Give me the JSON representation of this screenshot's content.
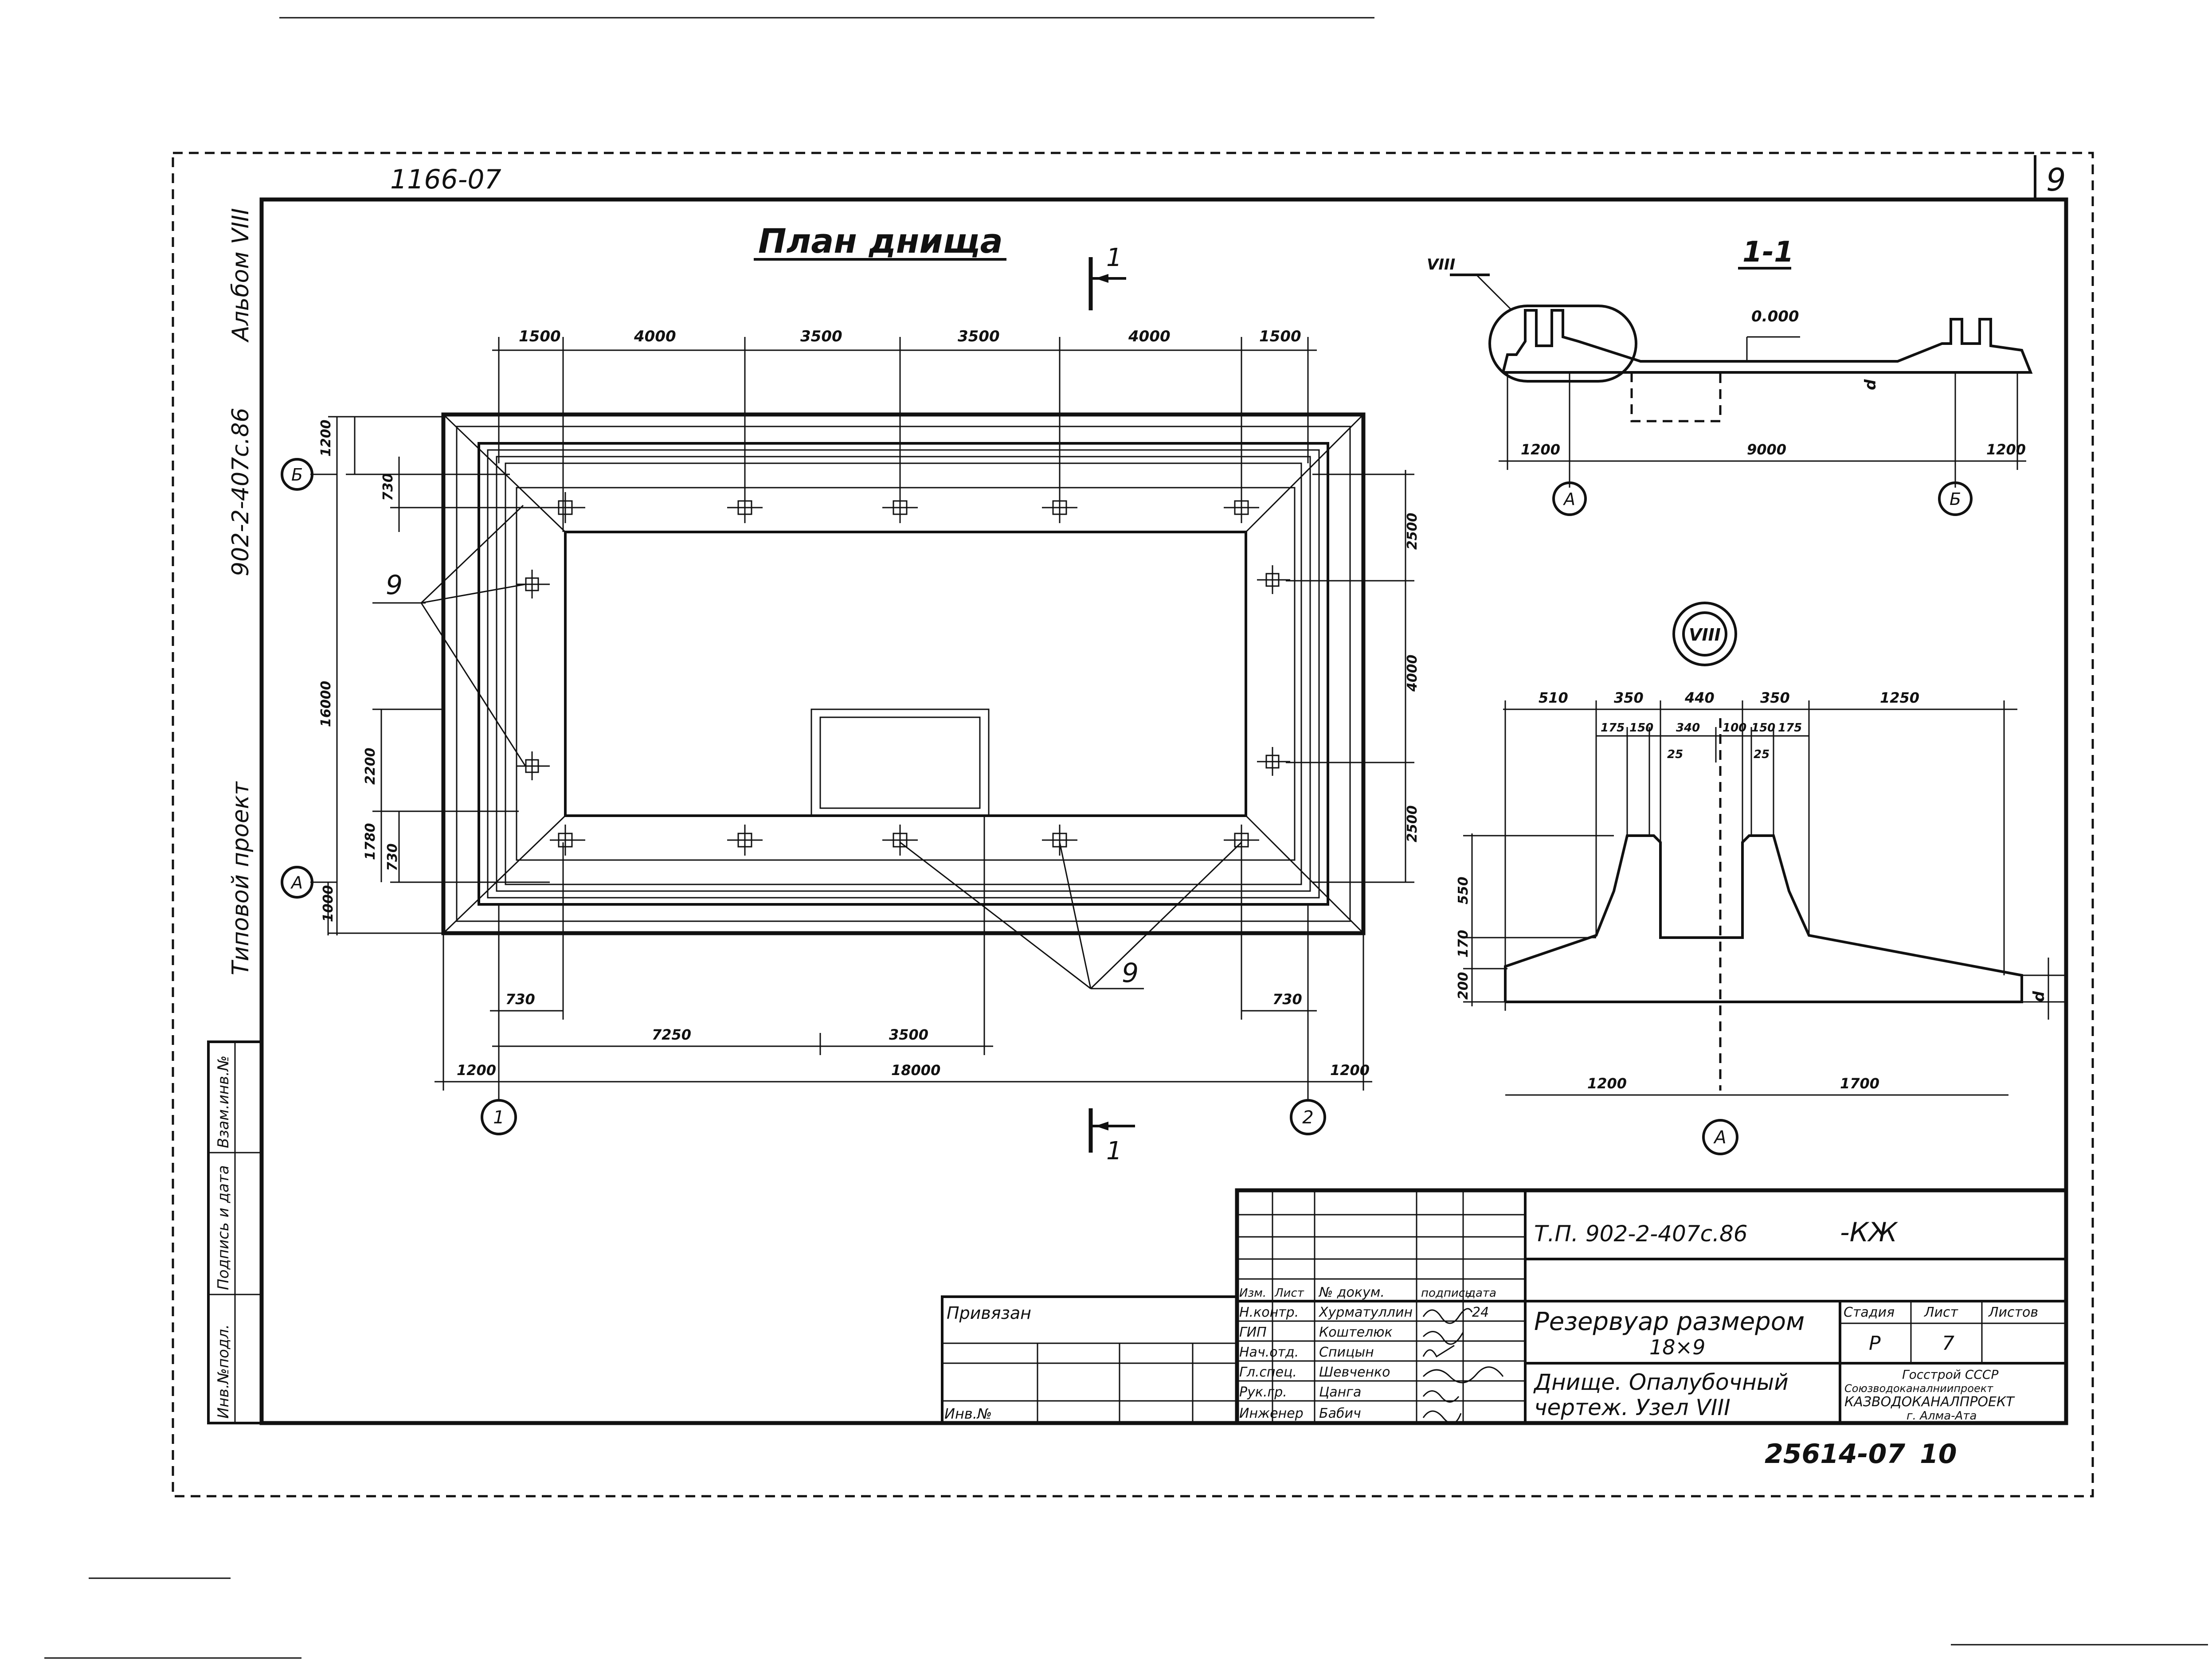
{
  "sheet": {
    "archive_number": "1166-07",
    "sheet_number": "9",
    "side_stamp_project": "902-2-407с.86",
    "side_stamp_album": "Альбом VIII",
    "side_stamp_type": "Типовой проект",
    "side_columns": [
      "Взам.инв.№",
      "Подпись и дата",
      "Инв.№подл."
    ],
    "bottom_number": "25614-07",
    "bottom_page": "10"
  },
  "plan": {
    "title": "План днища",
    "section_mark": "1",
    "top_dims": [
      "1500",
      "4000",
      "3500",
      "3500",
      "4000",
      "1500"
    ],
    "left_dims": [
      "1200",
      "730",
      "16000",
      "2200",
      "1780",
      "730",
      "1000"
    ],
    "right_dims": [
      "2500",
      "4000",
      "2500"
    ],
    "bottom_dims_row1": [
      "730",
      "730"
    ],
    "bottom_dims_row2": [
      "7250",
      "3500"
    ],
    "bottom_dims_row3": [
      "1200",
      "18000",
      "1200"
    ],
    "axes": [
      "Б",
      "А",
      "1",
      "2"
    ],
    "callout": "9"
  },
  "section": {
    "title": "1-1",
    "node_mark": "VIII",
    "level": "0.000",
    "d_mark": "d",
    "dims": [
      "1200",
      "9000",
      "1200"
    ],
    "axes": [
      "А",
      "Б"
    ]
  },
  "node": {
    "mark": "VIII",
    "top_dims": [
      "510",
      "350",
      "440",
      "350",
      "1250"
    ],
    "sub_dims": [
      "175",
      "150",
      "340",
      "100",
      "150",
      "175"
    ],
    "small_dims": [
      "25",
      "25"
    ],
    "left_dims": [
      "550",
      "170",
      "200"
    ],
    "right_dim": "d",
    "bottom_dims": [
      "1200",
      "1700"
    ],
    "axis": "А"
  },
  "title_block": {
    "code": "Т.П. 902-2-407с.86",
    "suffix": "-КЖ",
    "bound_label": "Привязан",
    "inv_label": "Инв.№",
    "headers": [
      "Изм.",
      "Лист",
      "№ докум.",
      "подпись",
      "дата"
    ],
    "roles": [
      {
        "role": "Н.контр.",
        "name": "Хурматуллин",
        "date": "24"
      },
      {
        "role": "ГИП",
        "name": "Коштелюк",
        "date": ""
      },
      {
        "role": "Нач.отд.",
        "name": "Спицын",
        "date": ""
      },
      {
        "role": "Гл.спец.",
        "name": "Шевченко",
        "date": ""
      },
      {
        "role": "Рук.гр.",
        "name": "Цанга",
        "date": ""
      },
      {
        "role": "Инженер",
        "name": "Бабич",
        "date": ""
      }
    ],
    "object_name": "Резервуар размером",
    "object_size": "18×9",
    "sheet_name_1": "Днище. Опалубочный",
    "sheet_name_2": "чертеж. Узел VIII",
    "stage_header": "Стадия",
    "sheet_header": "Лист",
    "sheets_header": "Листов",
    "stage": "Р",
    "sheet_no": "7",
    "org_1": "Госстрой СССР",
    "org_2": "Союзводоканалниипроект",
    "org_3": "КАЗВОДОКАНАЛПРОЕКТ",
    "org_4": "г. Алма-Ата"
  }
}
